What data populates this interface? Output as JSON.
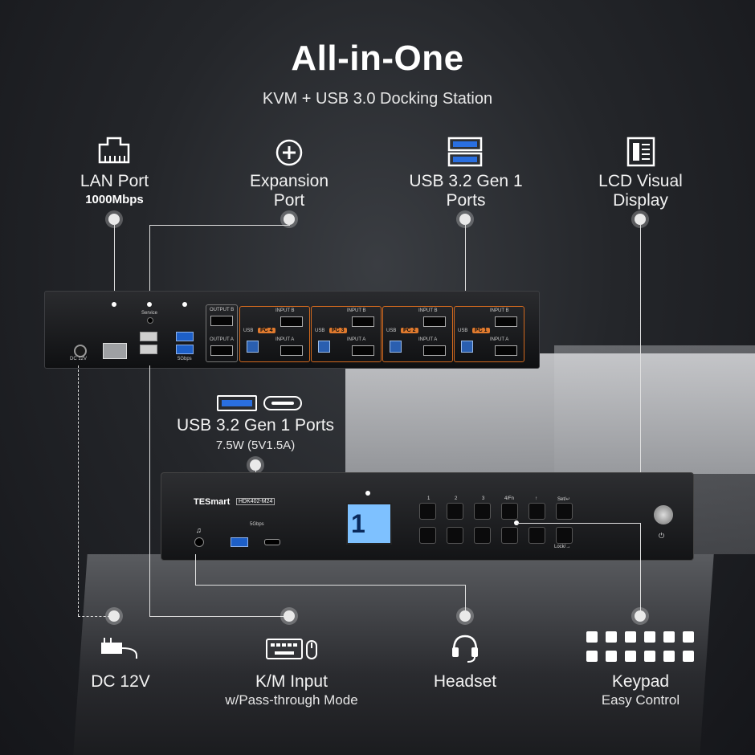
{
  "header": {
    "title": "All-in-One",
    "subtitle": "KVM + USB 3.0 Docking Station"
  },
  "features_top": [
    {
      "icon": "lan-port-icon",
      "label": "LAN Port",
      "sub": "1000Mbps"
    },
    {
      "icon": "expansion-plus-icon",
      "label_line1": "Expansion",
      "label_line2": "Port"
    },
    {
      "icon": "usb-ports-icon",
      "label_line1": "USB 3.2 Gen 1",
      "label_line2": "Ports"
    },
    {
      "icon": "lcd-display-icon",
      "label_line1": "LCD Visual",
      "label_line2": "Display"
    }
  ],
  "front_usb": {
    "label": "USB 3.2 Gen 1 Ports",
    "sub": "7.5W (5V1.5A)"
  },
  "features_bottom": [
    {
      "icon": "power-adapter-icon",
      "label": "DC 12V"
    },
    {
      "icon": "keyboard-mouse-icon",
      "label": "K/M Input",
      "sub": "w/Pass-through Mode"
    },
    {
      "icon": "headset-icon",
      "label": "Headset"
    },
    {
      "icon": "keypad-icon",
      "label": "Keypad",
      "sub": "Easy Control"
    }
  ],
  "rear_panel": {
    "service": "Service",
    "dc": "DC 12V",
    "speed": "5Gbps",
    "output_b": "OUTPUT B",
    "output_a": "OUTPUT A",
    "input_b": "INPUT B",
    "input_a": "INPUT A",
    "usb": "USB",
    "pcs": [
      "PC 4",
      "PC 3",
      "PC 2",
      "PC 1"
    ]
  },
  "front_panel": {
    "brand": "TESmart",
    "model": "HDK402-M24",
    "speed": "5Gbps",
    "lcd_number": "1",
    "keys_top": [
      "1",
      "2",
      "3",
      "4/Fn",
      "↑",
      "Set/↵"
    ],
    "keys_bottom_labels": [
      "",
      "",
      "",
      "",
      "Lock/→",
      ""
    ]
  }
}
